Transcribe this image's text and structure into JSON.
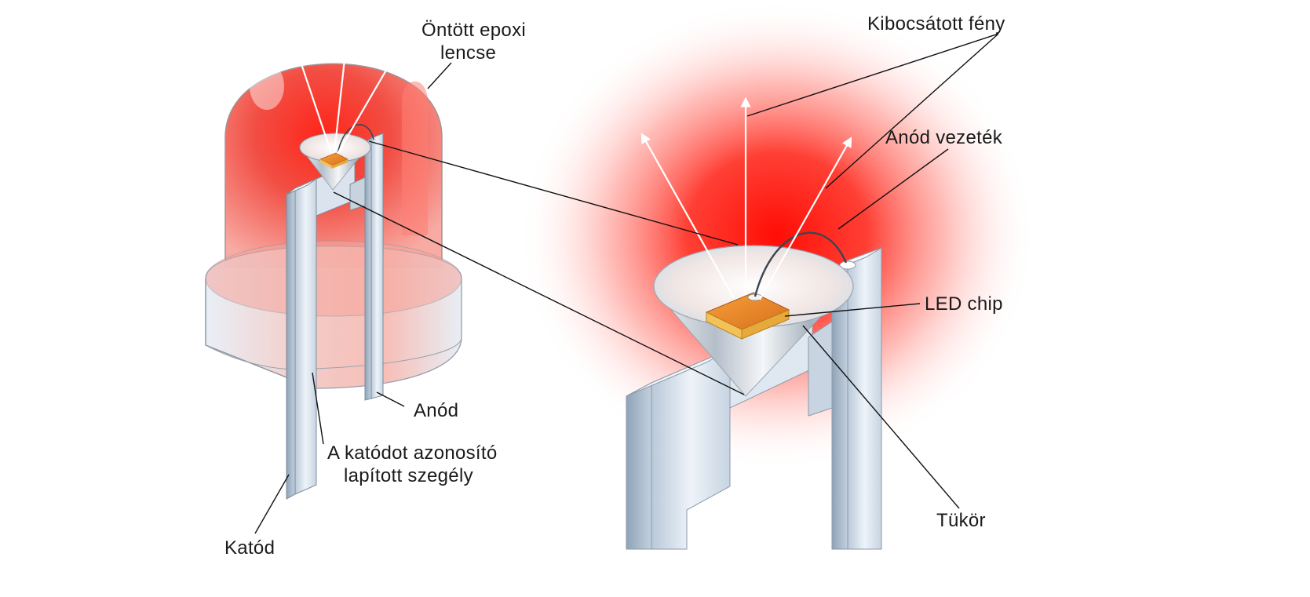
{
  "labels": {
    "epoxy_lens_line1": "Öntött epoxi",
    "epoxy_lens_line2": "lencse",
    "emitted_light": "Kibocsátott fény",
    "anode_wire": "Anód vezeték",
    "led_chip": "LED chip",
    "anode": "Anód",
    "flat_edge_line1": "A katódot azonosító",
    "flat_edge_line2": "lapított szegély",
    "cathode": "Katód",
    "mirror": "Tükör"
  },
  "colors": {
    "glow": "#ff1a10",
    "lens_red": "#f3483c",
    "metal": "#d6e2ee",
    "metal_dark": "#9fb1c4",
    "chip_orange": "#e8892a",
    "chip_gold": "#f5cf6a"
  }
}
